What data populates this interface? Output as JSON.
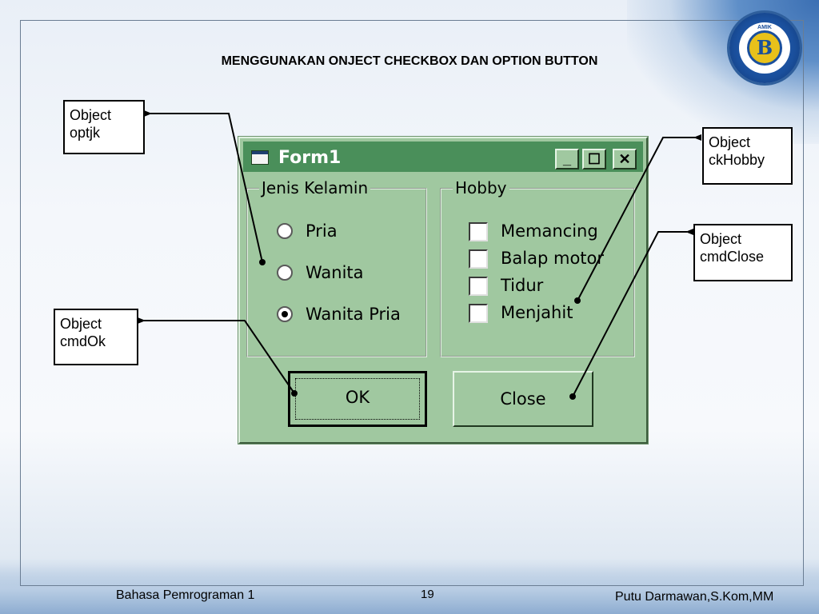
{
  "slide": {
    "title": "MENGGUNAKAN ONJECT CHECKBOX DAN OPTION BUTTON",
    "logo_text": "AMIK",
    "logo_mark": "B"
  },
  "callouts": {
    "optjk": [
      "Object",
      "optjk"
    ],
    "cmdok": [
      "Object",
      "cmdOk"
    ],
    "ckhobby": [
      "Object",
      "ckHobby"
    ],
    "cmdclose": [
      "Object",
      "cmdClose"
    ]
  },
  "form": {
    "title": "Form1",
    "title_buttons": [
      "_",
      "☐",
      "✕"
    ],
    "icons": {
      "form": "form-window-icon",
      "minimize": "minimize-icon",
      "maximize": "maximize-icon",
      "close": "close-icon"
    },
    "jenis_kelamin": {
      "legend": "Jenis Kelamin",
      "options": [
        {
          "label": "Pria",
          "selected": false
        },
        {
          "label": "Wanita",
          "selected": false
        },
        {
          "label": "Wanita Pria",
          "selected": true
        }
      ]
    },
    "hobby": {
      "legend": "Hobby",
      "items": [
        {
          "label": "Memancing",
          "checked": false
        },
        {
          "label": "Balap motor",
          "checked": false
        },
        {
          "label": "Tidur",
          "checked": false
        },
        {
          "label": "Menjahit",
          "checked": false
        }
      ]
    },
    "ok_label": "OK",
    "close_label": "Close"
  },
  "footer": {
    "left": "Bahasa Pemrograman 1",
    "page": "19",
    "right": "Putu Darmawan,S.Kom,MM"
  },
  "colors": {
    "form_bg": "#a0c8a0",
    "titlebar": "#4a8f5a",
    "frame": "#6a7d93"
  }
}
